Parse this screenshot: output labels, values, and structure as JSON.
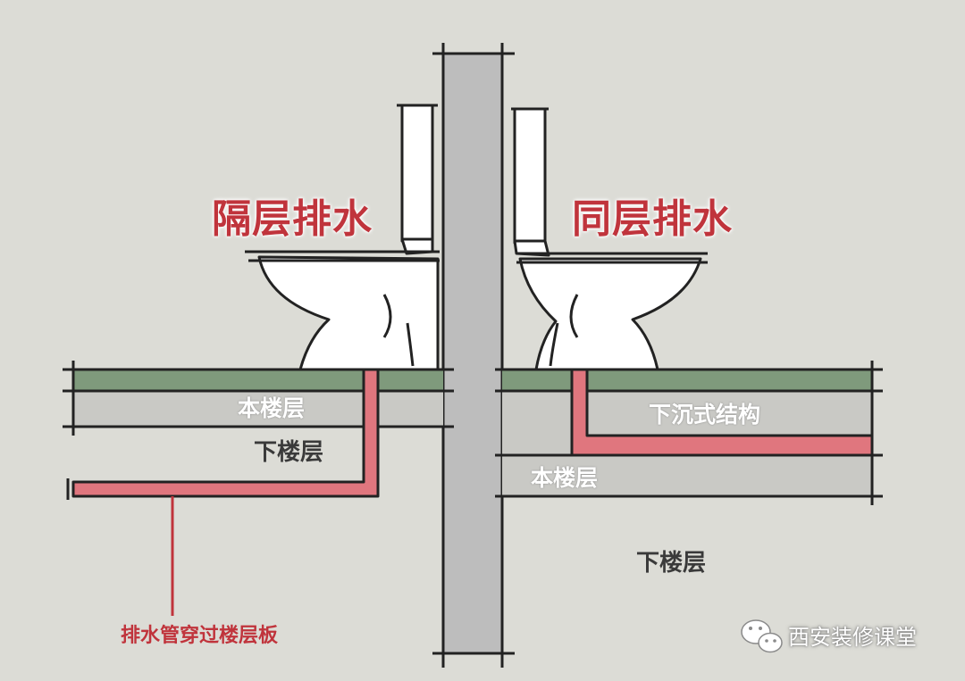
{
  "diagram": {
    "left": {
      "title": "隔层排水",
      "floor_label": "本楼层",
      "lower_label": "下楼层",
      "pipe_note": "排水管穿过楼层板"
    },
    "right": {
      "title": "同层排水",
      "sunken_label": "下沉式结构",
      "floor_label": "本楼层",
      "lower_label": "下楼层"
    },
    "colors": {
      "background": "#dcdcd6",
      "wall": "#bdbdbd",
      "slab_green": "#7f9a7c",
      "slab_gray": "#c9c9c5",
      "pipe_red": "#e0767e",
      "title_red": "#c0343c"
    }
  },
  "watermark": {
    "icon": "wechat-icon",
    "text": "西安装修课堂"
  }
}
